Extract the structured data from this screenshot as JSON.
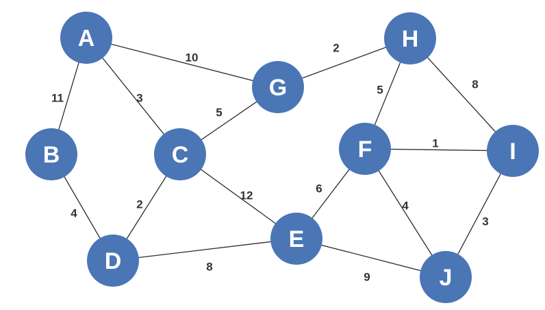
{
  "graph": {
    "node_color": "#4A76B6",
    "edge_color": "#2b2b2b",
    "nodes": [
      {
        "id": "A",
        "label": "A"
      },
      {
        "id": "B",
        "label": "B"
      },
      {
        "id": "C",
        "label": "C"
      },
      {
        "id": "D",
        "label": "D"
      },
      {
        "id": "E",
        "label": "E"
      },
      {
        "id": "F",
        "label": "F"
      },
      {
        "id": "G",
        "label": "G"
      },
      {
        "id": "H",
        "label": "H"
      },
      {
        "id": "I",
        "label": "I"
      },
      {
        "id": "J",
        "label": "J"
      }
    ],
    "edges": [
      {
        "from": "A",
        "to": "G",
        "weight": "10"
      },
      {
        "from": "A",
        "to": "B",
        "weight": "11"
      },
      {
        "from": "A",
        "to": "C",
        "weight": "3"
      },
      {
        "from": "G",
        "to": "H",
        "weight": "2"
      },
      {
        "from": "G",
        "to": "C",
        "weight": "5"
      },
      {
        "from": "B",
        "to": "D",
        "weight": "4"
      },
      {
        "from": "C",
        "to": "D",
        "weight": "2"
      },
      {
        "from": "C",
        "to": "E",
        "weight": "12"
      },
      {
        "from": "D",
        "to": "E",
        "weight": "8"
      },
      {
        "from": "E",
        "to": "F",
        "weight": "6"
      },
      {
        "from": "E",
        "to": "J",
        "weight": "9"
      },
      {
        "from": "H",
        "to": "F",
        "weight": "5"
      },
      {
        "from": "H",
        "to": "I",
        "weight": "8"
      },
      {
        "from": "F",
        "to": "I",
        "weight": "1"
      },
      {
        "from": "F",
        "to": "J",
        "weight": "4"
      },
      {
        "from": "I",
        "to": "J",
        "weight": "3"
      }
    ]
  }
}
